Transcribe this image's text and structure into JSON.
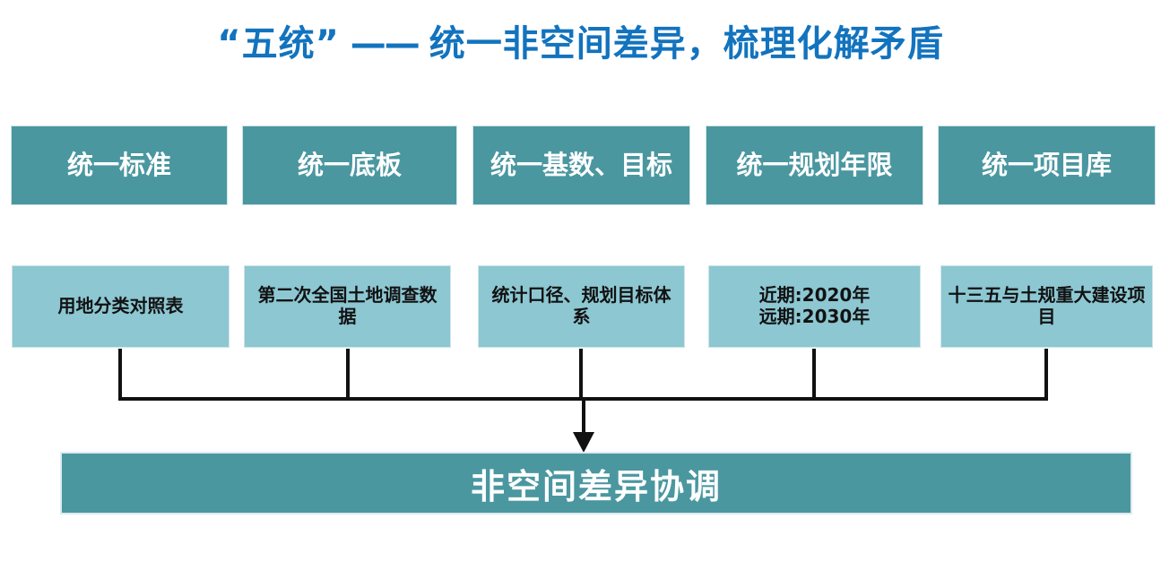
{
  "slide": {
    "title_quoted": "“五统”",
    "title_dash": " —— ",
    "title_rest": "统一非空间差异，梳理化解矛盾",
    "title_full": "“五统” —— 统一非空间差异，梳理化解矛盾"
  },
  "colors": {
    "title_blue": "#1273BE",
    "box_teal": "#4A97A0",
    "box_light_blue": "#8CC7D2",
    "connector_black": "#111111",
    "background": "#FFFFFF"
  },
  "columns": [
    {
      "header": "统一标准",
      "detail": "用地分类对照表"
    },
    {
      "header": "统一底板",
      "detail": "第二次全国土地调查数据"
    },
    {
      "header": "统一基数、目标",
      "detail": "统计口径、规划目标体系"
    },
    {
      "header": "统一规划年限",
      "detail_line1": "近期:2020年",
      "detail_line2": "远期:2030年"
    },
    {
      "header": "统一项目库",
      "detail": "十三五与土规重大建设项目"
    }
  ],
  "result": {
    "label": "非空间差异协调"
  }
}
